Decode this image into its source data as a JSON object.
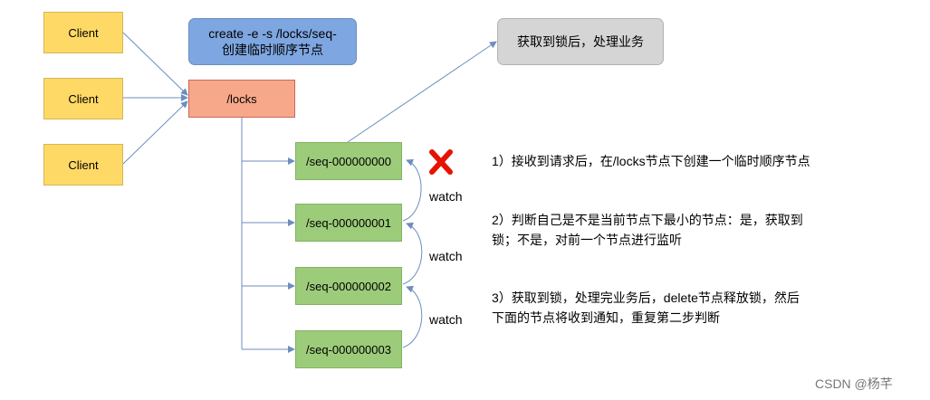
{
  "clients": [
    "Client",
    "Client",
    "Client"
  ],
  "command": {
    "line1": "create -e -s /locks/seq-",
    "line2": "创建临时顺序节点"
  },
  "locks_label": "/locks",
  "result_label": "获取到锁后，处理业务",
  "seq_nodes": [
    "/seq-000000000",
    "/seq-000000001",
    "/seq-000000002",
    "/seq-000000003"
  ],
  "watch_labels": [
    "watch",
    "watch",
    "watch"
  ],
  "steps": {
    "step1": "1）接收到请求后，在/locks节点下创建一个临时顺序节点",
    "step2_line1": "2）判断自己是不是当前节点下最小的节点：是，获取到",
    "step2_line2": "锁；不是，对前一个节点进行监听",
    "step3_line1": "3）获取到锁，处理完业务后，delete节点释放锁，然后",
    "step3_line2": "下面的节点将收到通知，重复第二步判断"
  },
  "watermark": "CSDN @杨芊",
  "colors": {
    "arrow": "#6c8ebf",
    "cross": "#e51400"
  }
}
